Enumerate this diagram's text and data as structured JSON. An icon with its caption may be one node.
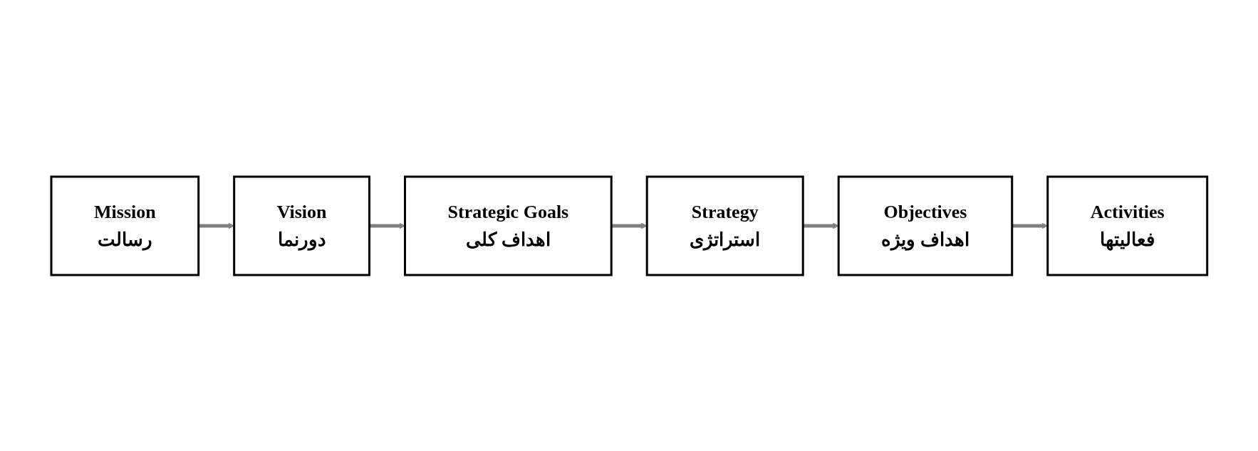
{
  "diagram": {
    "nodes": [
      {
        "text": [
          "Mission",
          "رسالت"
        ]
      },
      {
        "text": [
          "Vision",
          "دورنما"
        ]
      },
      {
        "text": [
          "Strategic Goals",
          "اهداف کلی"
        ]
      },
      {
        "text": [
          "Strategy",
          "استراتژی"
        ]
      },
      {
        "text": [
          "Objectives",
          "اهداف ویژه"
        ]
      },
      {
        "text": [
          "Activities",
          "فعالیتها"
        ]
      }
    ],
    "edges": [
      {
        "from": 0,
        "to": 1,
        "arrow": "to"
      },
      {
        "from": 1,
        "to": 2,
        "arrow": "to"
      },
      {
        "from": 2,
        "to": 3,
        "arrow": "to"
      },
      {
        "from": 3,
        "to": 4,
        "arrow": "to"
      },
      {
        "from": 4,
        "to": 5,
        "arrow": "to"
      }
    ]
  }
}
